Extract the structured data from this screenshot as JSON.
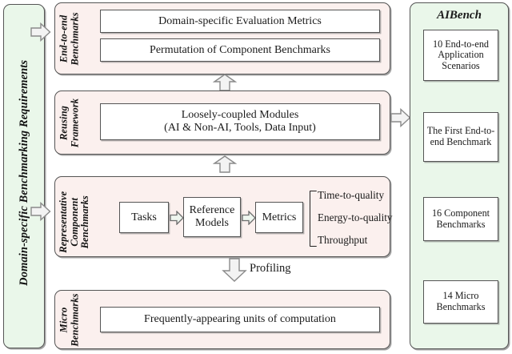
{
  "sidebar": {
    "label": "Domain-specific Benchmarking Requirements",
    "fill_color": "#eaf7ea"
  },
  "aibench": {
    "title": "AIBench",
    "fill_color": "#eaf7ea",
    "items": [
      {
        "label": "10 End-to-end Application Scenarios"
      },
      {
        "label": "The First End-to-end Benchmark"
      },
      {
        "label": "16 Component Benchmarks"
      },
      {
        "label": "14 Micro Benchmarks"
      }
    ]
  },
  "sections": {
    "end_to_end": {
      "label": "End-to-end\nBenchmarks",
      "fill_color": "#fbf0ee",
      "boxes": [
        {
          "label": "Domain-specific Evaluation Metrics"
        },
        {
          "label": "Permutation of Component Benchmarks"
        }
      ]
    },
    "reusing_framework": {
      "label": "Reusing\nFramework",
      "fill_color": "#fbf0ee",
      "boxes": [
        {
          "line1": "Loosely-coupled Modules",
          "line2": "(AI & Non-AI, Tools, Data Input)"
        }
      ]
    },
    "representative": {
      "label": "Representative\nComponent\nBenchmarks",
      "fill_color": "#fbf0ee",
      "pipeline": [
        {
          "label": "Tasks"
        },
        {
          "label": "Reference Models"
        },
        {
          "label": "Metrics"
        }
      ],
      "metrics": [
        "Time-to-quality",
        "Energy-to-quality",
        "Throughput"
      ]
    },
    "micro": {
      "label": "Micro\nBenchmarks",
      "fill_color": "#fbf0ee",
      "boxes": [
        {
          "label": "Frequently-appearing units of computation"
        }
      ]
    }
  },
  "connectors": {
    "profiling_label": "Profiling"
  }
}
